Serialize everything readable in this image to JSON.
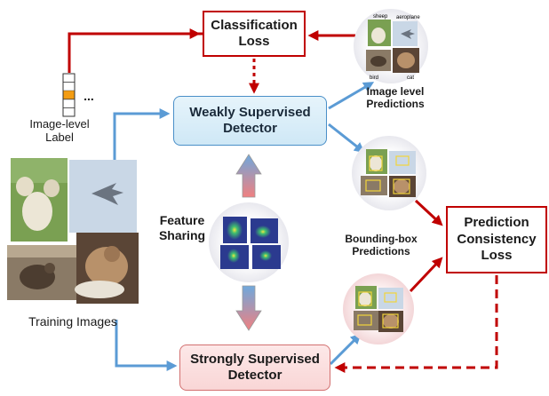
{
  "boxes": {
    "classification_loss": "Classification\nLoss",
    "weakly_supervised_detector": "Weakly Supervised\nDetector",
    "strongly_supervised_detector": "Strongly Supervised\nDetector",
    "prediction_consistency_loss": "Prediction\nConsistency\nLoss"
  },
  "labels": {
    "image_level_label": "Image-level\nLabel",
    "training_images": "Training Images",
    "feature_sharing": "Feature\nSharing",
    "image_level_predictions": "Image level\nPredictions",
    "bounding_box_predictions": "Bounding-box\nPredictions",
    "ellipsis": "..."
  },
  "prediction_tags": [
    "sheep",
    "aeroplane",
    "bird",
    "cat"
  ],
  "colors": {
    "loss_red": "#c00000",
    "flow_blue": "#5b9bd5",
    "weak_box_fill": "#d8eef8",
    "strong_box_fill": "#fbdede"
  }
}
